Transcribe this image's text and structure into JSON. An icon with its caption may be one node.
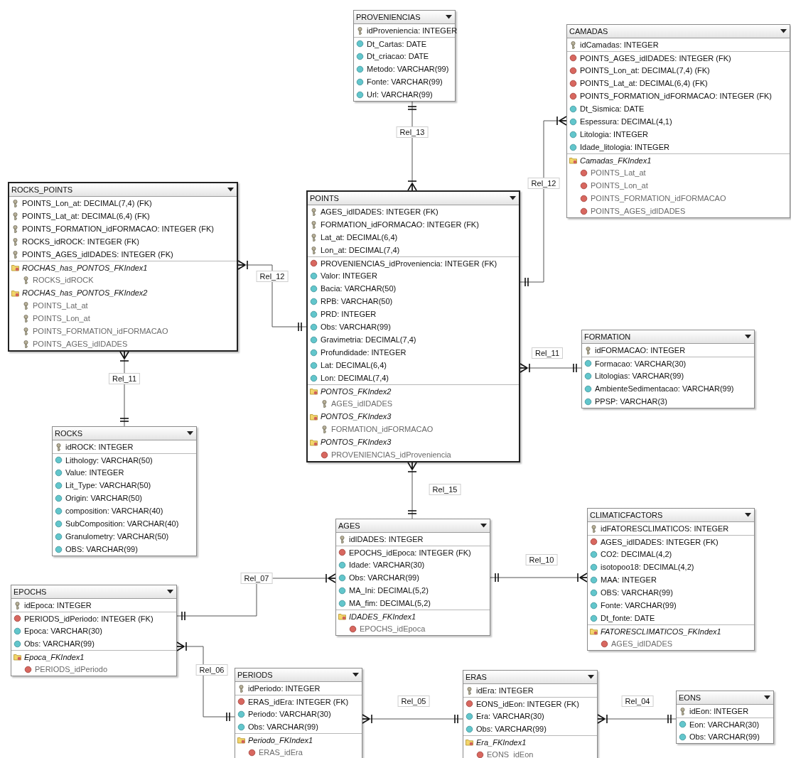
{
  "diagram": {
    "nodes": [
      {
        "text": [
          "PROVENIENCIAS",
          "idProveniencia: INTEGER",
          "Dt_Cartas: DATE",
          "Dt_criacao: DATE",
          "Metodo: VARCHAR(99)",
          "Fonte: VARCHAR(99)",
          "Url: VARCHAR(99)"
        ]
      },
      {
        "text": [
          "CAMADAS",
          "idCamadas: INTEGER",
          "POINTS_AGES_idIDADES: INTEGER (FK)",
          "POINTS_Lon_at: DECIMAL(7,4) (FK)",
          "POINTS_Lat_at: DECIMAL(6,4) (FK)",
          "POINTS_FORMATION_idFORMACAO: INTEGER (FK)",
          "Dt_Sismica: DATE",
          "Espessura: DECIMAL(4,1)",
          "Litologia: INTEGER",
          "Idade_litologia: INTEGER",
          "Camadas_FKIndex1",
          "POINTS_Lat_at",
          "POINTS_Lon_at",
          "POINTS_FORMATION_idFORMACAO",
          "POINTS_AGES_idIDADES"
        ]
      },
      {
        "text": [
          "ROCKS_POINTS",
          "POINTS_Lon_at: DECIMAL(7,4) (FK)",
          "POINTS_Lat_at: DECIMAL(6,4) (FK)",
          "POINTS_FORMATION_idFORMACAO: INTEGER (FK)",
          "ROCKS_idROCK: INTEGER (FK)",
          "POINTS_AGES_idIDADES: INTEGER (FK)",
          "ROCHAS_has_PONTOS_FKIndex1",
          "ROCKS_idROCK",
          "ROCHAS_has_PONTOS_FKIndex2",
          "POINTS_Lat_at",
          "POINTS_Lon_at",
          "POINTS_FORMATION_idFORMACAO",
          "POINTS_AGES_idIDADES"
        ]
      },
      {
        "text": [
          "POINTS",
          "AGES_idIDADES: INTEGER (FK)",
          "FORMATION_idFORMACAO: INTEGER (FK)",
          "Lat_at: DECIMAL(6,4)",
          "Lon_at: DECIMAL(7,4)",
          "PROVENIENCIAS_idProveniencia: INTEGER (FK)",
          "Valor: INTEGER",
          "Bacia: VARCHAR(50)",
          "RPB: VARCHAR(50)",
          "PRD: INTEGER",
          "Obs: VARCHAR(99)",
          "Gravimetria: DECIMAL(7,4)",
          "Profundidade: INTEGER",
          "Lat: DECIMAL(6,4)",
          "Lon: DECIMAL(7,4)",
          "PONTOS_FKIndex2",
          "AGES_idIDADES",
          "PONTOS_FKIndex3",
          "FORMATION_idFORMACAO",
          "PONTOS_FKIndex3",
          "PROVENIENCIAS_idProveniencia"
        ]
      },
      {
        "text": [
          "FORMATION",
          "idFORMACAO: INTEGER",
          "Formacao: VARCHAR(30)",
          "Litologias: VARCHAR(99)",
          "AmbienteSedimentacao: VARCHAR(99)",
          "PPSP: VARCHAR(3)"
        ]
      },
      {
        "text": [
          "ROCKS",
          "idROCK: INTEGER",
          "Lithology: VARCHAR(50)",
          "Value: INTEGER",
          "Lit_Type: VARCHAR(50)",
          "Origin: VARCHAR(50)",
          "composition: VARCHAR(40)",
          "SubComposition: VARCHAR(40)",
          "Granulometry: VARCHAR(50)",
          "OBS: VARCHAR(99)"
        ]
      },
      {
        "text": [
          "AGES",
          "idIDADES: INTEGER",
          "EPOCHS_idEpoca: INTEGER (FK)",
          "Idade: VARCHAR(30)",
          "Obs: VARCHAR(99)",
          "MA_Ini: DECIMAL(5,2)",
          "MA_fim: DECIMAL(5,2)",
          "IDADES_FKIndex1",
          "EPOCHS_idEpoca"
        ]
      },
      {
        "text": [
          "CLIMATICFACTORS",
          "idFATORESCLIMATICOS: INTEGER",
          "AGES_idIDADES: INTEGER (FK)",
          "CO2: DECIMAL(4,2)",
          "isotopoo18: DECIMAL(4,2)",
          "MAA: INTEGER",
          "OBS: VARCHAR(99)",
          "Fonte: VARCHAR(99)",
          "Dt_fonte: DATE",
          "FATORESCLIMATICOS_FKIndex1",
          "AGES_idIDADES"
        ]
      },
      {
        "text": [
          "EPOCHS",
          "idEpoca: INTEGER",
          "PERIODS_idPeriodo: INTEGER (FK)",
          "Epoca: VARCHAR(30)",
          "Obs: VARCHAR(99)",
          "Epoca_FKIndex1",
          "PERIODS_idPeriodo"
        ]
      },
      {
        "text": [
          "PERIODS",
          "idPeriodo: INTEGER",
          "ERAS_idEra: INTEGER (FK)",
          "Periodo: VARCHAR(30)",
          "Obs: VARCHAR(99)",
          "Periodo_FKIndex1",
          "ERAS_idEra"
        ]
      },
      {
        "text": [
          "ERAS",
          "idEra: INTEGER",
          "EONS_idEon: INTEGER (FK)",
          "Era: VARCHAR(30)",
          "Obs: VARCHAR(99)",
          "Era_FKIndex1",
          "EONS_idEon"
        ]
      },
      {
        "text": [
          "EONS",
          "idEon: INTEGER",
          "Eon: VARCHAR(30)",
          "Obs: VARCHAR(99)"
        ]
      }
    ],
    "edges": [
      {
        "from": 0,
        "to": 3,
        "arrow": "other",
        "label": "Rel_13"
      },
      {
        "from": 3,
        "to": 1,
        "arrow": "other",
        "label": "Rel_12"
      },
      {
        "from": 3,
        "to": 2,
        "arrow": "other",
        "label": "Rel_12"
      },
      {
        "from": 5,
        "to": 2,
        "arrow": "other",
        "label": "Rel_11"
      },
      {
        "from": 4,
        "to": 3,
        "arrow": "other",
        "label": "Rel_11"
      },
      {
        "from": 6,
        "to": 3,
        "arrow": "other",
        "label": "Rel_15"
      },
      {
        "from": 6,
        "to": 7,
        "arrow": "other",
        "label": "Rel_10"
      },
      {
        "from": 8,
        "to": 6,
        "arrow": "other",
        "label": "Rel_07"
      },
      {
        "from": 9,
        "to": 8,
        "arrow": "other",
        "label": "Rel_06"
      },
      {
        "from": 10,
        "to": 9,
        "arrow": "other",
        "label": "Rel_05"
      },
      {
        "from": 11,
        "to": 10,
        "arrow": "other",
        "label": "Rel_04"
      }
    ]
  }
}
